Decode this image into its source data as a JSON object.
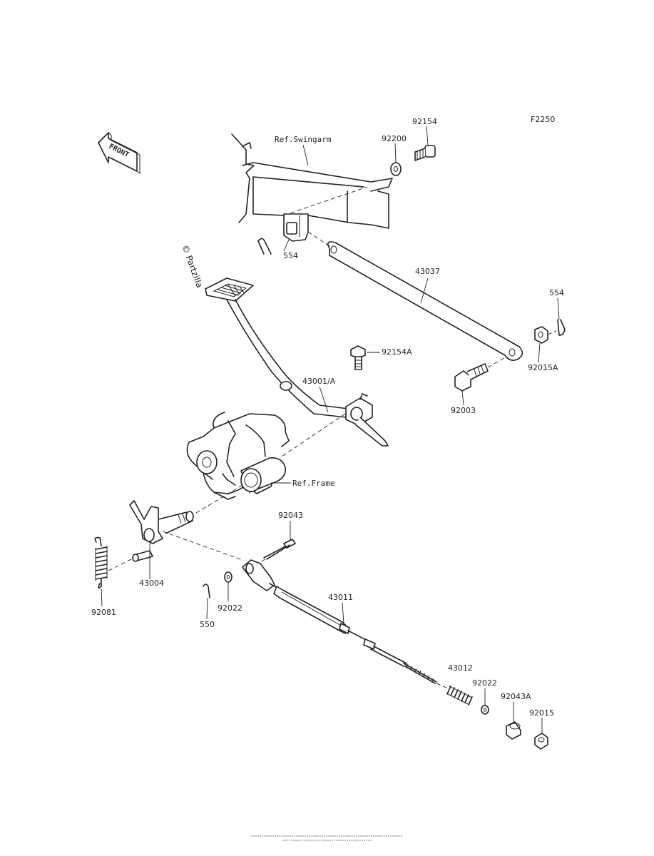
{
  "diagram_code": "F2250",
  "front_marker": "FRONT",
  "watermark": "© Partzilla",
  "references": {
    "swingarm": "Ref.Swingarm",
    "frame": "Ref.Frame"
  },
  "part_labels": {
    "p92154": "92154",
    "p92200": "92200",
    "p554_top": "554",
    "p43037": "43037",
    "p554_right": "554",
    "p92154A": "92154A",
    "p92015A": "92015A",
    "p43001A": "43001/A",
    "p92003": "92003",
    "p92043": "92043",
    "p43004": "43004",
    "p92081": "92081",
    "p550": "550",
    "p92022_left": "92022",
    "p43011": "43011",
    "p43012": "43012",
    "p92022_right": "92022",
    "p92043A": "92043A",
    "p92015": "92015"
  }
}
